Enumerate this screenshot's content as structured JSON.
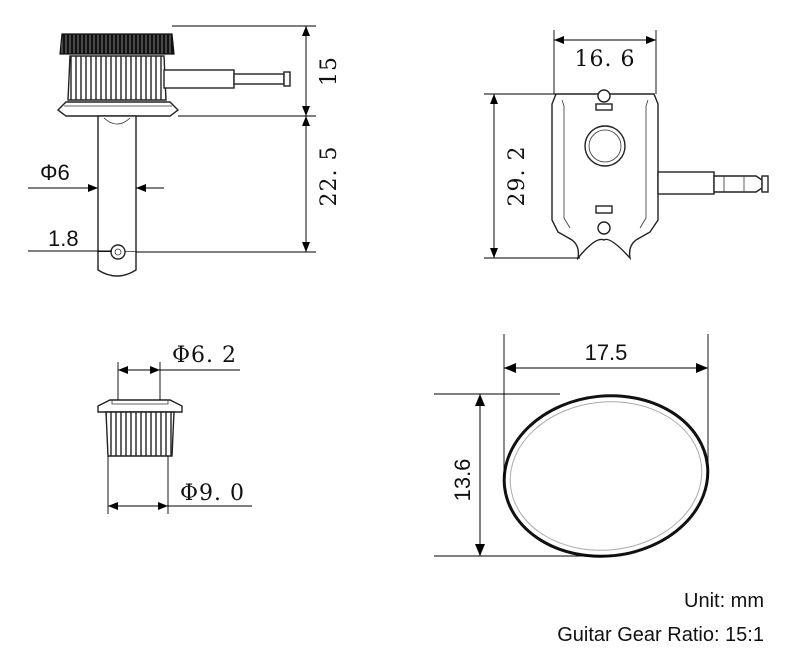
{
  "views": {
    "side": {
      "height_top": "15",
      "height_shaft": "22. 5",
      "shaft_diameter": "Φ6",
      "hole_offset": "1.8"
    },
    "front": {
      "width": "16. 6",
      "height": "29. 2"
    },
    "bushing": {
      "top_diameter": "Φ6. 2",
      "bottom_diameter": "Φ9. 0"
    },
    "button": {
      "width": "17.5",
      "height": "13.6"
    }
  },
  "notes": {
    "unit": "Unit: mm",
    "gear_ratio": "Guitar Gear Ratio: 15:1"
  }
}
